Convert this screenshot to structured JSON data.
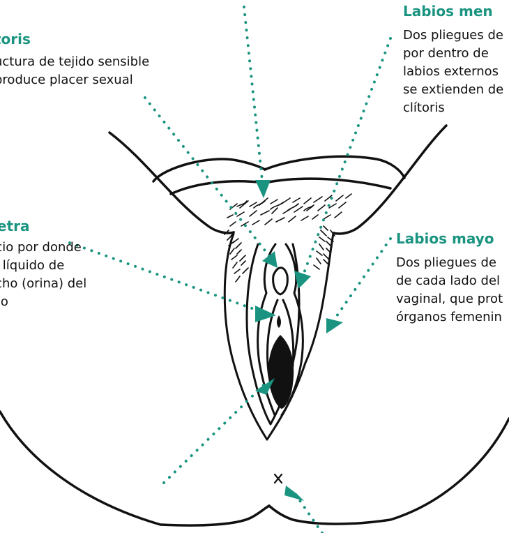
{
  "accent_color": "#1a9480",
  "labels": {
    "clitoris": {
      "title": "toris",
      "body": "uctura de tejido sensible\n produce placer sexual"
    },
    "uretra": {
      "title": "etra",
      "body": "ficio por donde\n el líquido de\necho (orina) del\nrpo"
    },
    "labios_menores": {
      "title": "Labios men",
      "body": "Dos pliegues de\npor dentro de\nlabios externos\nse extienden de\nclítoris"
    },
    "labios_mayores": {
      "title": "Labios mayo",
      "body": "Dos pliegues de\nde cada lado del\nvaginal, que prot\nórganos femenin"
    }
  }
}
